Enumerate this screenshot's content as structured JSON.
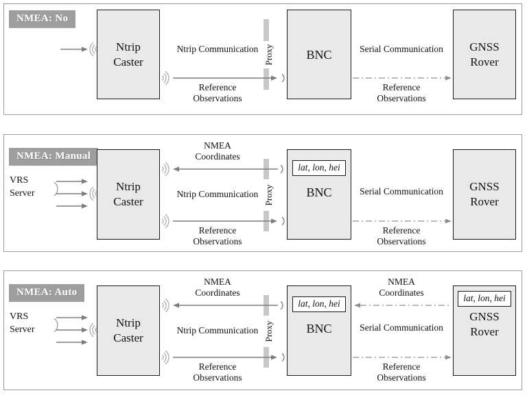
{
  "shared": {
    "caster_line1": "Ntrip",
    "caster_line2": "Caster",
    "bnc": "BNC",
    "rover_line1": "GNSS",
    "rover_line2": "Rover",
    "proxy": "Proxy",
    "ntrip_comm": "Ntrip Communication",
    "serial_comm": "Serial Communication",
    "ref_line1": "Reference",
    "ref_line2": "Observations",
    "nmea_line1": "NMEA",
    "nmea_line2": "Coordinates",
    "vrs_line1": "VRS",
    "vrs_line2": "Server",
    "latlonhei": "lat, lon, hei"
  },
  "panels": {
    "no": {
      "label": "NMEA: No"
    },
    "manual": {
      "label": "NMEA: Manual"
    },
    "auto": {
      "label": "NMEA: Auto"
    }
  },
  "colors": {
    "box_fill": "#e9e9e9",
    "chip_bg": "#9e9e9e",
    "solid_arrow": "#7d7d7d",
    "dash_arrow": "#8f8f8f",
    "wifi_icon": "#b2b2b2",
    "proxy_bar": "#c8c8c8"
  }
}
